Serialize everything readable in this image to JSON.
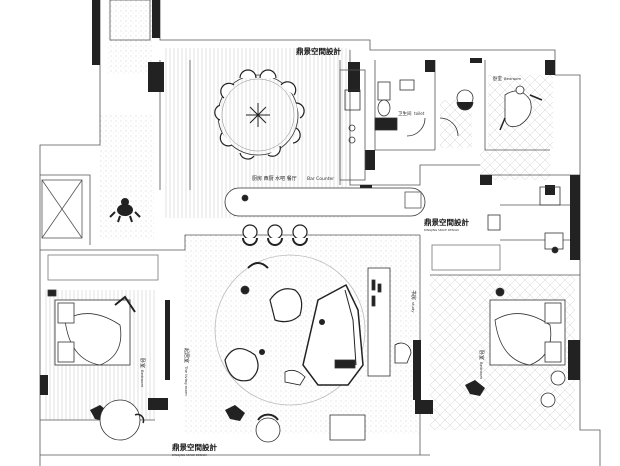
{
  "plan": {
    "brand_top": "鼎景空間設計",
    "brand_mid": "鼎景空間設計",
    "brand_bottom": "鼎景空間設計",
    "brand_sub": "DINGJING SPACE DESIGN",
    "kitchen_cn": "厨房 西厨 水吧 餐厅",
    "kitchen_en": "Bar Counter",
    "toilet_cn": "卫生间",
    "toilet_en": "toilet",
    "bedroom_ne_cn": "卧室",
    "bedroom_ne_en": "Bedroom",
    "living_cn": "起居室",
    "living_en": "The living room",
    "study_cn": "书房",
    "study_en": "study",
    "bedroom_w_cn": "卧室",
    "bedroom_w_en": "Bedroom",
    "bedroom_e_cn": "卧室",
    "bedroom_e_en": "Bedroom"
  },
  "colors": {
    "wall": "#222222",
    "line": "#555555",
    "hatch": "#bbbbbb",
    "paper": "#ffffff"
  }
}
